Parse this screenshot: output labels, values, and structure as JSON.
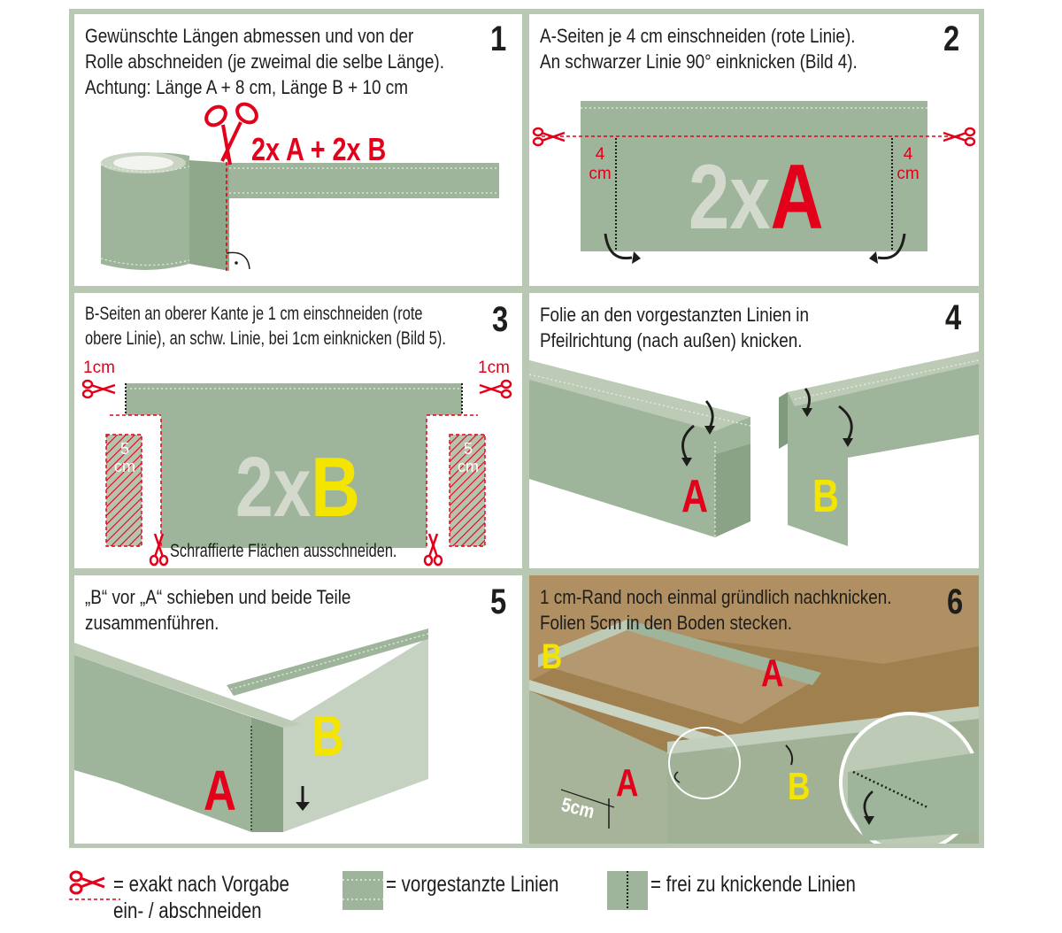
{
  "panels": [
    {
      "number": "1",
      "lines": [
        "Gewünschte Längen abmessen und von der",
        "Rolle abschneiden (je zweimal die selbe Länge).",
        "Achtung: Länge A + 8 cm, Länge B + 10 cm"
      ],
      "label": "2x A + 2x B"
    },
    {
      "number": "2",
      "lines": [
        "A-Seiten je 4 cm einschneiden (rote Linie).",
        "An schwarzer Linie 90° einknicken (Bild 4)."
      ],
      "measure_num": "4",
      "measure_unit": "cm",
      "big_prefix": "2x",
      "big_letter": "A"
    },
    {
      "number": "3",
      "lines": [
        "B-Seiten an oberer Kante je 1 cm einschneiden (rote",
        "obere Linie), an schw. Linie, bei 1cm einknicken (Bild 5)."
      ],
      "left_measure": "1cm",
      "right_measure": "1cm",
      "strip_num": "5",
      "strip_unit": "cm",
      "big_prefix": "2x",
      "big_letter": "B",
      "caption": "Schraffierte Flächen ausschneiden."
    },
    {
      "number": "4",
      "lines": [
        "Folie an den vorgestanzten Linien in",
        "Pfeilrichtung (nach außen) knicken."
      ],
      "letter_a": "A",
      "letter_b": "B"
    },
    {
      "number": "5",
      "lines": [
        "„B“ vor „A“ schieben und beide Teile",
        "zusammenführen."
      ],
      "letter_a": "A",
      "letter_b": "B"
    },
    {
      "number": "6",
      "lines": [
        "1 cm-Rand noch einmal gründlich nachknicken.",
        "Folien 5cm in den Boden stecken."
      ],
      "letter_a_top": "A",
      "letter_b_top": "B",
      "letter_a": "A",
      "letter_b": "B",
      "depth": "5cm"
    }
  ],
  "legend": [
    {
      "icon": "scissors-icon",
      "lines": [
        "= exakt nach Vorgabe",
        "ein- / abschneiden"
      ]
    },
    {
      "icon": "dotted-line-swatch",
      "lines": [
        "= vorgestanzte Linien"
      ]
    },
    {
      "icon": "fold-line-swatch",
      "lines": [
        "= frei zu knickende Linien"
      ]
    }
  ],
  "colors": {
    "film": "#9fb59b",
    "film_dark": "#7f9a7c",
    "film_light": "#bccab6",
    "border": "#b9c8b2",
    "red": "#e2001a",
    "yellow": "#f4e500",
    "soil": "#a8885c"
  }
}
